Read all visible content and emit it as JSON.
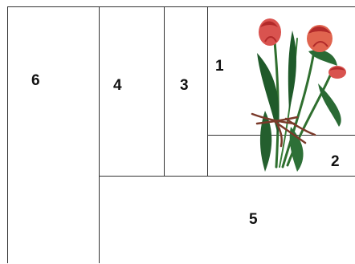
{
  "diagram": {
    "labels": {
      "r1": "1",
      "r2": "2",
      "r3": "3",
      "r4": "4",
      "r5": "5",
      "r6": "6"
    },
    "illustration": "tulip-bouquet",
    "colors": {
      "line": "#333333",
      "label": "#111111",
      "petal": "#d9534f",
      "petal_dark": "#b22a2a",
      "stem": "#2f6f2f",
      "leaf": "#1f5a2a",
      "twine": "#7a3a2a"
    }
  }
}
